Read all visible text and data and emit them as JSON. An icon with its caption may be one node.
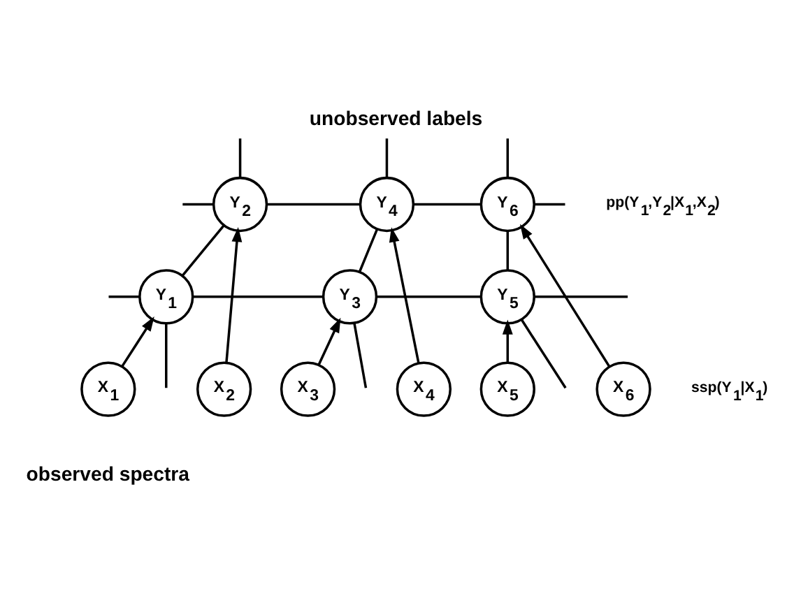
{
  "diagram": {
    "title": "unobserved labels",
    "caption": "observed spectra",
    "nodes": [
      {
        "text": [
          "Y$_{1}$"
        ]
      },
      {
        "text": [
          "Y$_{2}$"
        ]
      },
      {
        "text": [
          "Y$_{3}$"
        ]
      },
      {
        "text": [
          "Y$_{4}$"
        ]
      },
      {
        "text": [
          "Y$_{5}$"
        ]
      },
      {
        "text": [
          "Y$_{6}$"
        ]
      },
      {
        "text": [
          "X$_{1}$"
        ]
      },
      {
        "text": [
          "X$_{2}$"
        ]
      },
      {
        "text": [
          "X$_{3}$"
        ]
      },
      {
        "text": [
          "X$_{4}$"
        ]
      },
      {
        "text": [
          "X$_{5}$"
        ]
      },
      {
        "text": [
          "X$_{6}$"
        ]
      }
    ],
    "edges": [
      {
        "from": 6,
        "to": 0,
        "arrow": "to"
      },
      {
        "from": 7,
        "to": 1,
        "arrow": "to"
      },
      {
        "from": 8,
        "to": 2,
        "arrow": "to"
      },
      {
        "from": 9,
        "to": 3,
        "arrow": "to"
      },
      {
        "from": 10,
        "to": 4,
        "arrow": "to"
      },
      {
        "from": 11,
        "to": 5,
        "arrow": "to"
      },
      {
        "from": 0,
        "to": 2,
        "arrow": "none"
      },
      {
        "from": 2,
        "to": 4,
        "arrow": "none"
      },
      {
        "from": 1,
        "to": 3,
        "arrow": "none"
      },
      {
        "from": 3,
        "to": 5,
        "arrow": "none"
      },
      {
        "from": 0,
        "to": 1,
        "arrow": "none"
      },
      {
        "from": 2,
        "to": 3,
        "arrow": "none"
      },
      {
        "from": 4,
        "to": 5,
        "arrow": "none"
      },
      {
        "from": null,
        "to": 0,
        "arrow": "none"
      },
      {
        "from": null,
        "to": 0,
        "arrow": "none"
      },
      {
        "from": null,
        "to": 1,
        "arrow": "none"
      },
      {
        "from": 1,
        "to": null,
        "arrow": "none"
      },
      {
        "from": null,
        "to": 2,
        "arrow": "none"
      },
      {
        "from": 3,
        "to": null,
        "arrow": "none"
      },
      {
        "from": null,
        "to": 4,
        "arrow": "none"
      },
      {
        "from": 4,
        "to": null,
        "arrow": "none"
      },
      {
        "from": 5,
        "to": null,
        "arrow": "none"
      },
      {
        "from": 5,
        "to": null,
        "arrow": "none"
      }
    ],
    "labels": [
      "pp(Y$_{1}$,Y$_{2}$|X$_{1}$,X$_{2}$)",
      "ssp(Y$_{1}$|X$_{1}$)"
    ]
  }
}
